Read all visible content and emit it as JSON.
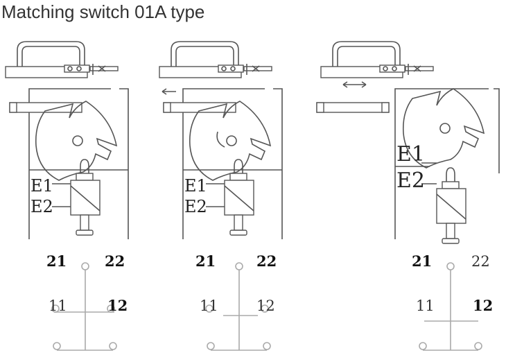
{
  "title": "Matching switch 01A type",
  "panels": [
    {
      "state": "initial",
      "e1": "E1",
      "e2": "E2",
      "c21": "21",
      "c22": "22",
      "c11": "11",
      "c12": "12"
    },
    {
      "state": "rotating",
      "e1": "E1",
      "e2": "E2",
      "c21": "21",
      "c22": "22",
      "c11": "11",
      "c12": "12"
    },
    {
      "state": "released",
      "e1": "E1",
      "e2": "E2",
      "c21": "21",
      "c22": "22",
      "c11": "11",
      "c12": "12"
    }
  ],
  "colors": {
    "line": "#555555",
    "contact_line": "#aaaaaa",
    "text": "#222222"
  }
}
